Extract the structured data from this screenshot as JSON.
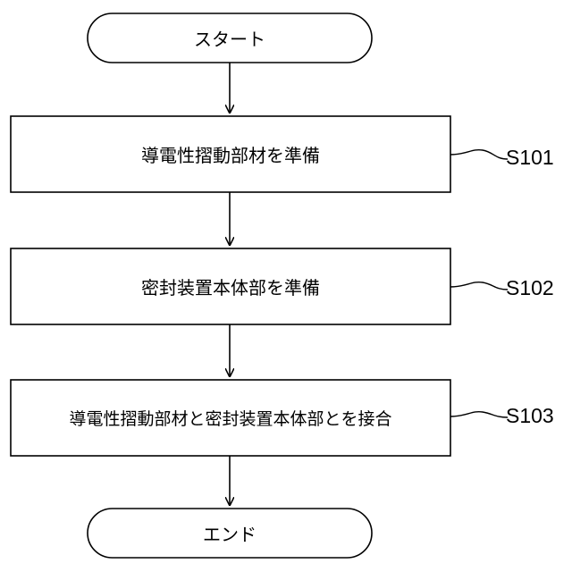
{
  "flowchart": {
    "start": {
      "label": "スタート"
    },
    "steps": [
      {
        "text": "導電性摺動部材を準備",
        "id": "S101"
      },
      {
        "text": "密封装置本体部を準備",
        "id": "S102"
      },
      {
        "text": "導電性摺動部材と密封装置本体部とを接合",
        "id": "S103"
      }
    ],
    "end": {
      "label": "エンド"
    }
  }
}
